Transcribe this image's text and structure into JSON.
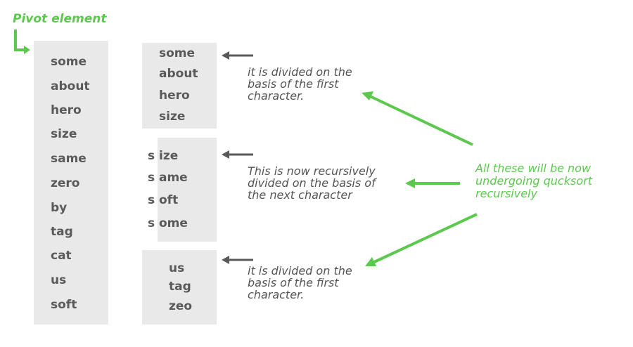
{
  "pivot_label": "Pivot element",
  "main_list": [
    "some",
    "about",
    "hero",
    "size",
    "same",
    "zero",
    "by",
    "tag",
    "cat",
    "us",
    "soft"
  ],
  "group1": [
    "some",
    "about",
    "hero",
    "size"
  ],
  "group2": {
    "prefix": "s",
    "items": [
      "ize",
      "ame",
      "oft",
      "ome"
    ]
  },
  "group3": [
    "us",
    "tag",
    "zeo"
  ],
  "note1": [
    "it is divided on the",
    "basis of the first",
    "character."
  ],
  "note2": [
    "This is now recursively",
    "divided on the basis of",
    "the next character"
  ],
  "note3": [
    "it is divided on the",
    "basis of the first",
    "character."
  ],
  "green_note": [
    "All these will be now",
    "undergoing qucksort",
    "recursively"
  ],
  "colors": {
    "accent_green": "#5cc94e",
    "arrow_gray": "#595959",
    "box_gray": "#e9e9e9",
    "text_gray": "#5a5a5a"
  }
}
